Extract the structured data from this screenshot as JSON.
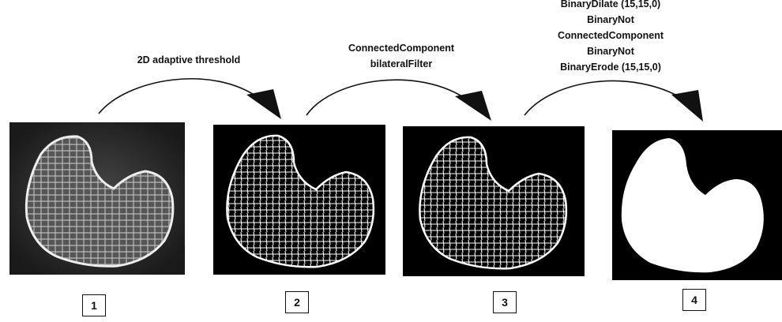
{
  "steps": [
    {
      "number": "1"
    },
    {
      "number": "2",
      "operations": [
        "2D adaptive threshold"
      ]
    },
    {
      "number": "3",
      "operations": [
        "ConnectedComponent",
        "bilateralFilter"
      ]
    },
    {
      "number": "4",
      "operations": [
        "BinaryDilate (15,15,0)",
        "BinaryNot",
        "ConnectedComponent",
        "BinaryNot",
        "BinaryErode (15,15,0)"
      ]
    }
  ],
  "colors": {
    "panel_bg": "#000000",
    "ink": "#111111",
    "mask": "#ffffff"
  }
}
